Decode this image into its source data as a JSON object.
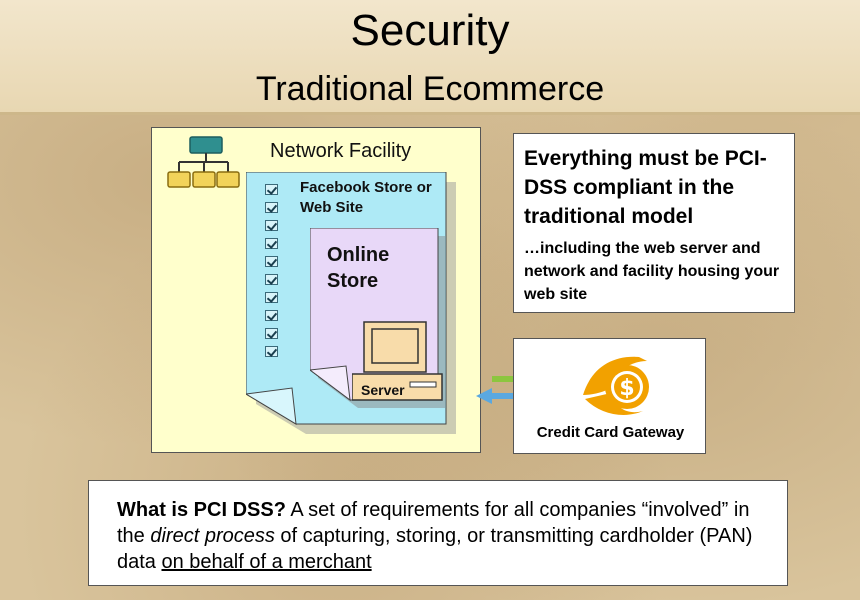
{
  "slide": {
    "title": "Security",
    "subtitle": "Traditional Ecommerce"
  },
  "facility": {
    "label": "Network Facility",
    "icon": "network-hierarchy-icon",
    "store_label": "Facebook Store or Web Site",
    "online_store_label": "Online Store",
    "server_label": "Server",
    "checkbox_count": 10
  },
  "info": {
    "main": "Everything must be PCI-DSS compliant in the traditional model",
    "sub": "…including the web server and network and facility housing your web site"
  },
  "gateway": {
    "label": "Credit Card Gateway",
    "icon": "dollar-coin-icon"
  },
  "pci": {
    "term": "What is PCI DSS?",
    "text_1": " A set of requirements for all companies “involved” in the ",
    "emphasis": "direct process",
    "text_2": " of capturing, storing, or transmitting cardholder (PAN) data ",
    "underlined": "on behalf of a merchant"
  },
  "colors": {
    "facility_fill": "#ffffcc",
    "store_fill": "#aeeaf6",
    "online_fill": "#e8d8f8",
    "server_fill": "#f8dcaa",
    "gateway_orange": "#f2a100",
    "arrow_green": "#8cc63f",
    "arrow_blue": "#5aa8e0"
  }
}
